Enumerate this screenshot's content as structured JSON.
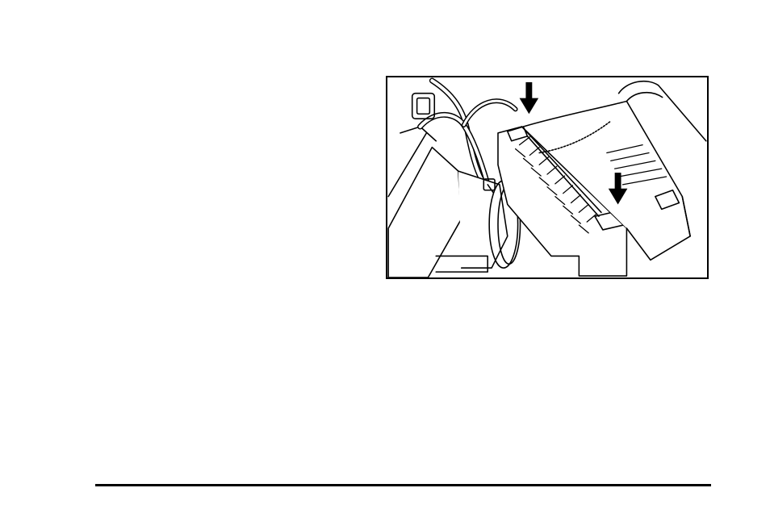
{
  "page": {
    "background": "#ffffff",
    "figure": {
      "subject": "air-cleaner-filter-housing-line-drawing",
      "callouts": [
        "down-arrow",
        "down-arrow"
      ],
      "ink_color": "#000000"
    },
    "footer": {
      "rule_color": "#000000"
    }
  }
}
